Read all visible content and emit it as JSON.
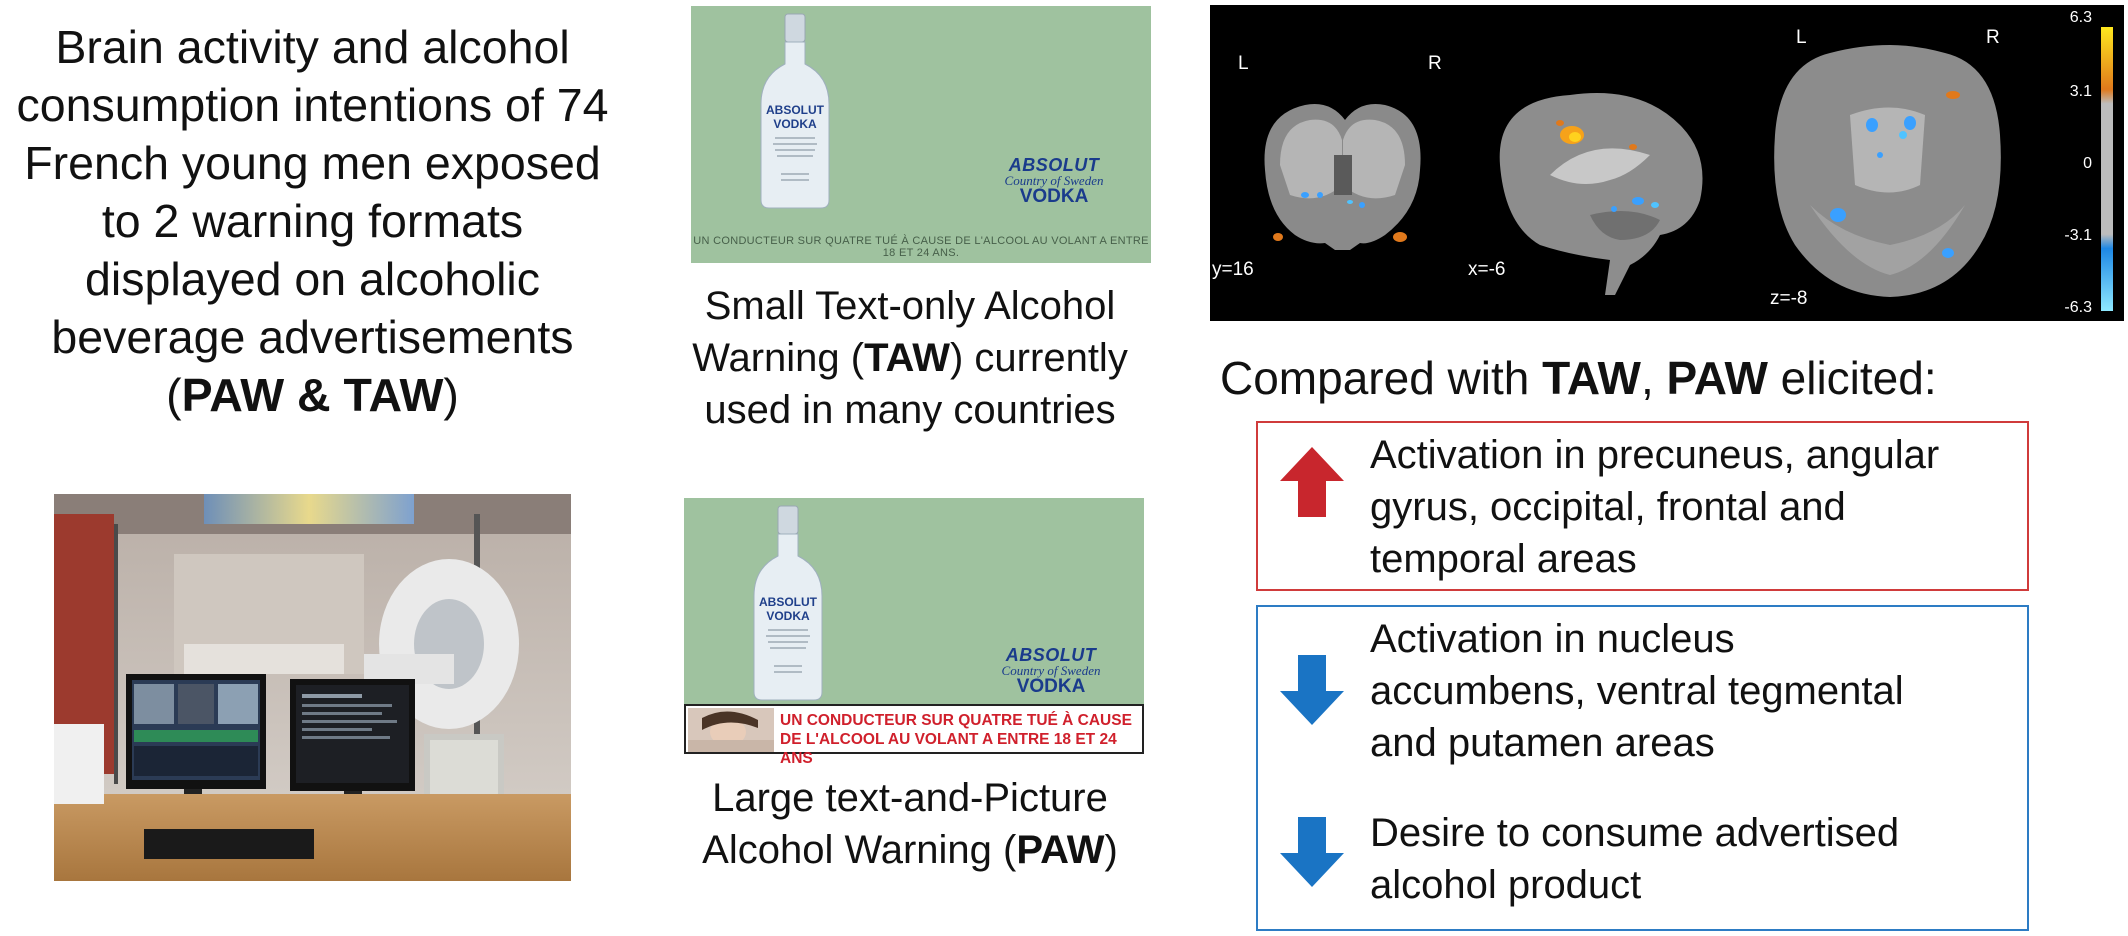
{
  "title": {
    "line1": "Brain activity and alcohol",
    "line2": "consumption intentions of 74",
    "line3": "French young men exposed",
    "line4": "to 2 warning formats",
    "line5": "displayed on alcoholic",
    "line6": "beverage advertisements",
    "line7_open": "(",
    "line7_bold": "PAW & TAW",
    "line7_close": ")"
  },
  "ads": {
    "logo_line1": "ABSOLUT",
    "logo_line2": "Country of Sweden",
    "logo_line3": "VODKA",
    "bottle_label_top": "ABSOLUT",
    "bottle_label_bottom": "VODKA",
    "taw_warning": "UN CONDUCTEUR SUR QUATRE TUÉ À CAUSE DE L'ALCOOL AU VOLANT A ENTRE 18 ET 24 ANS.",
    "paw_warning_line1": "UN CONDUCTEUR SUR QUATRE TUÉ À CAUSE",
    "paw_warning_line2": "DE L'ALCOOL AU VOLANT A ENTRE 18 ET 24 ANS"
  },
  "captions": {
    "taw_line1": "Small Text-only Alcohol",
    "taw_line2_pre": "Warning (",
    "taw_line2_bold": "TAW",
    "taw_line2_post": ") currently",
    "taw_line3": "used in many countries",
    "paw_line1": "Large text-and-Picture",
    "paw_line2_pre": "Alcohol Warning (",
    "paw_line2_bold": "PAW",
    "paw_line2_post": ")"
  },
  "brain": {
    "left_label": "L",
    "right_label": "R",
    "left_label_2": "L",
    "right_label_2": "R",
    "coronal_coord": "y=16",
    "sagittal_coord": "x=-6",
    "axial_coord": "z=-8",
    "colorbar_ticks": [
      "6.3",
      "3.1",
      "0",
      "-3.1",
      "-6.3"
    ],
    "colors": {
      "warm_low": "#d2631a",
      "warm_high": "#ffd21e",
      "cool_low": "#1e88e5",
      "cool_high": "#8fe9ff"
    }
  },
  "results": {
    "heading_pre": "Compared with ",
    "heading_bold1": "TAW",
    "heading_mid": ", ",
    "heading_bold2": "PAW",
    "heading_post": " elicited:",
    "up_item": {
      "line1": "Activation in precuneus, angular",
      "line2": "gyrus, occipital, frontal and",
      "line3": "temporal areas",
      "arrow": "up-arrow-icon",
      "color": "#c8262d"
    },
    "down_items": [
      {
        "line1": "Activation in nucleus",
        "line2": "accumbens, ventral tegmental",
        "line3": "and putamen areas",
        "arrow": "down-arrow-icon",
        "color": "#1a74c4"
      },
      {
        "line1": "Desire to consume advertised",
        "line2": "alcohol product",
        "arrow": "down-arrow-icon",
        "color": "#1a74c4"
      }
    ]
  }
}
